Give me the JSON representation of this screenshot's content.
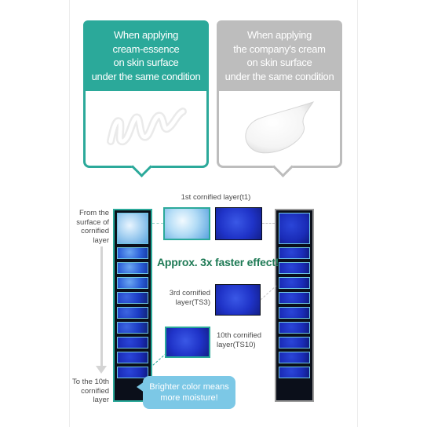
{
  "cards": {
    "left": {
      "text": "When applying\ncream-essence\non skin surface\nunder the same condition"
    },
    "right": {
      "text": "When applying\nthe company's cream\non skin surface\nunder the same condition"
    }
  },
  "labels": {
    "surface": "From the\nsurface of\ncornified\nlayer",
    "tenth_left": "To the 10th\ncornified\nlayer",
    "layer1": "1st cornified layer(t1)",
    "layer3": "3rd cornified\nlayer(TS3)",
    "layer10": "10th cornified\nlayer(TS10)",
    "headline": "Approx. 3x faster effect!",
    "bubble": "Brighter color means\nmore moisture!"
  },
  "colors": {
    "teal": "#2ba99a",
    "grey": "#bdbdbd",
    "headline_green": "#1e7a55",
    "bubble_blue": "#7cc8e6"
  },
  "icons": [
    "cream-swirl-icon",
    "cream-dollop-icon",
    "down-arrow-icon"
  ]
}
